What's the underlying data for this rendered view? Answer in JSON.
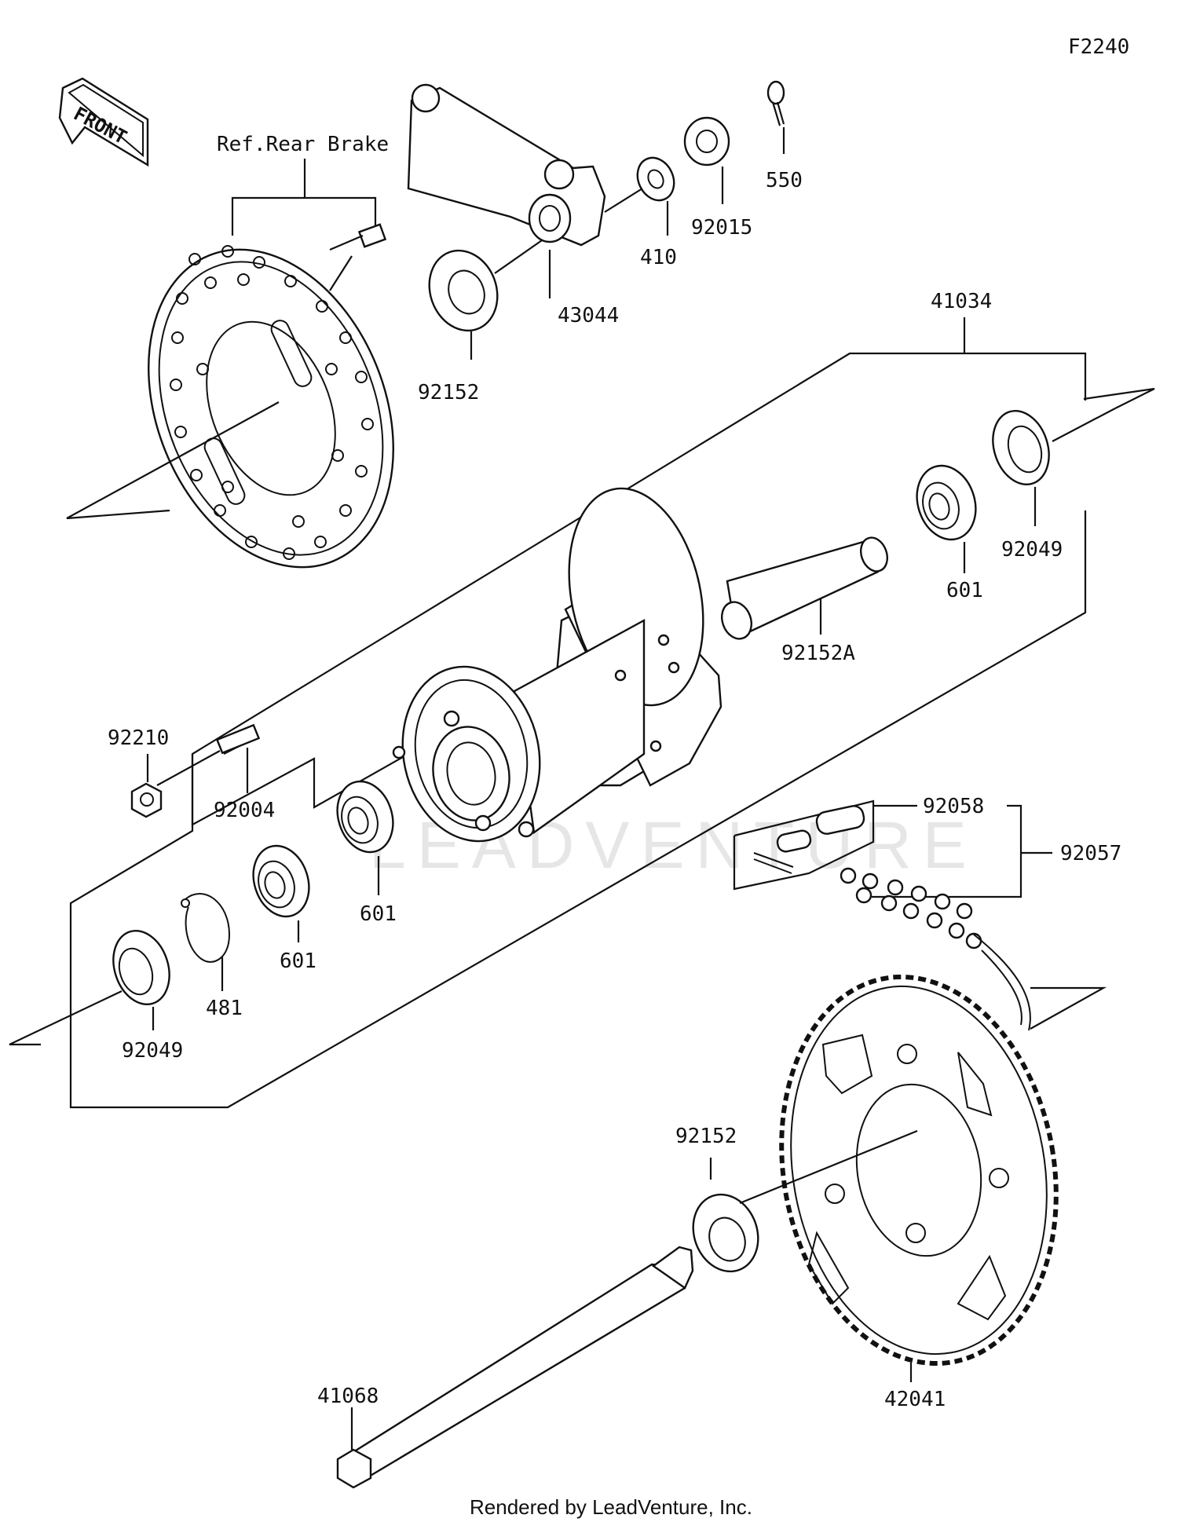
{
  "diagram_code": "F2240",
  "front_arrow_label": "FRONT",
  "ref_label": "Ref.Rear Brake",
  "watermark": "LEADVENTURE",
  "footer": "Rendered by LeadVenture, Inc.",
  "parts": {
    "p550": "550",
    "p92015": "92015",
    "p410": "410",
    "p43044": "43044",
    "p92152_top": "92152",
    "p41034": "41034",
    "p92049_right": "92049",
    "p601_right": "601",
    "p92152A": "92152A",
    "p92210": "92210",
    "p92004": "92004",
    "p601_mid": "601",
    "p601_left": "601",
    "p481": "481",
    "p92049_left": "92049",
    "p92058": "92058",
    "p92057": "92057",
    "p92152_bottom": "92152",
    "p42041": "42041",
    "p41068": "41068"
  }
}
